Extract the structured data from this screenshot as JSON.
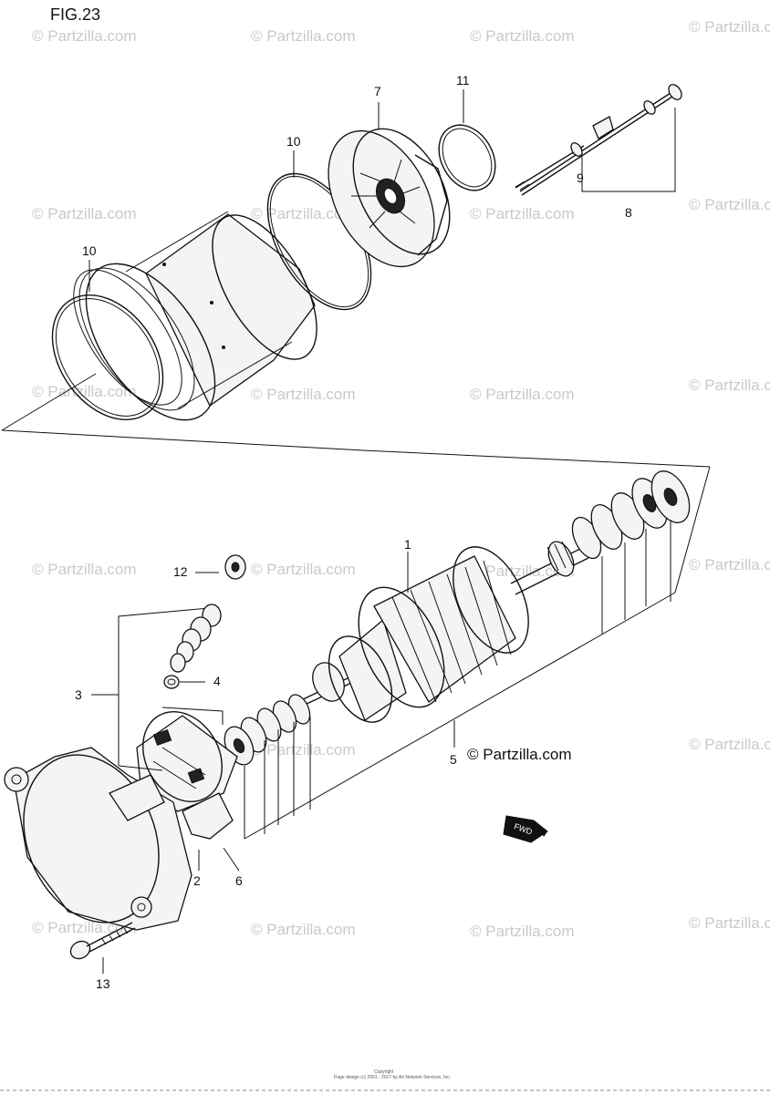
{
  "figure_title": "FIG.23",
  "watermark_text": "© Partzilla.com",
  "brand_mark": "© Partzilla.com",
  "fwd_label": "FWD",
  "footer_line1": "Copyright",
  "footer_line2": "Page design (c) 2001 - 2017 by Ari Network Services, Inc.",
  "callouts": [
    {
      "id": "c1",
      "label": "1"
    },
    {
      "id": "c2",
      "label": "2"
    },
    {
      "id": "c3",
      "label": "3"
    },
    {
      "id": "c4",
      "label": "4"
    },
    {
      "id": "c5",
      "label": "5"
    },
    {
      "id": "c6",
      "label": "6"
    },
    {
      "id": "c7",
      "label": "7"
    },
    {
      "id": "c8",
      "label": "8"
    },
    {
      "id": "c9",
      "label": "9"
    },
    {
      "id": "c10a",
      "label": "10"
    },
    {
      "id": "c10b",
      "label": "10"
    },
    {
      "id": "c11",
      "label": "11"
    },
    {
      "id": "c12",
      "label": "12"
    },
    {
      "id": "c13",
      "label": "13"
    }
  ],
  "colors": {
    "line": "#111111",
    "watermark": "#c9c9c9",
    "background": "#ffffff"
  }
}
